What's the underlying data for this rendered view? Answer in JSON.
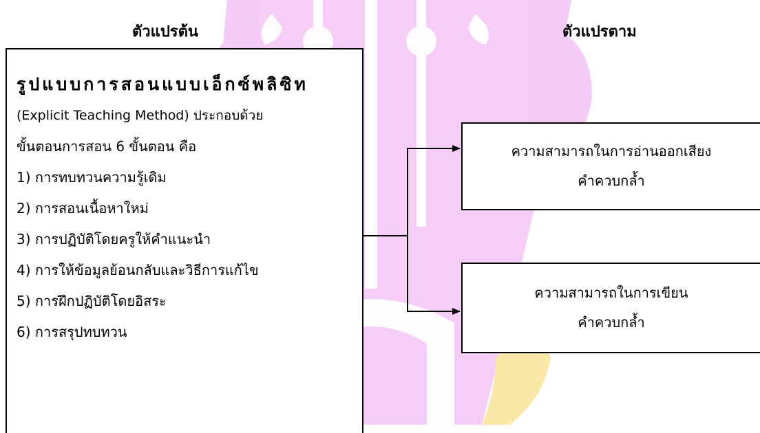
{
  "headings": {
    "independent_variable": "ตัวแปรต้น",
    "dependent_variable": "ตัวแปรตาม"
  },
  "independent_box": {
    "title": "รูปแบบการสอนแบบเอ็กซ์พลิซิท",
    "subtitle": "(Explicit Teaching Method) ประกอบด้วย",
    "intro": "ขั้นตอนการสอน 6 ขั้นตอน คือ",
    "steps": [
      "1) การทบทวนความรู้เดิม",
      "2) การสอนเนื้อหาใหม่",
      "3) การปฏิบัติโดยครูให้คำแนะนำ",
      "4) การให้ข้อมูลย้อนกลับและวิธีการแก้ไข",
      "5) การฝึกปฏิบัติโดยอิสระ",
      "6) การสรุปทบทวน"
    ]
  },
  "dependent_boxes": [
    {
      "line1": "ความสามารถในการอ่านออกเสียง",
      "line2": "คำควบกล้ำ"
    },
    {
      "line1": "ความสามารถในการเขียน",
      "line2": "คำควบกล้ำ"
    }
  ],
  "colors": {
    "watermark_purple": "#f4c4f6",
    "watermark_yellow": "#fbe7a8",
    "line": "#000000"
  },
  "icons": {
    "watermark": "university-emblem-watermark",
    "arrow": "arrow-right-icon"
  }
}
